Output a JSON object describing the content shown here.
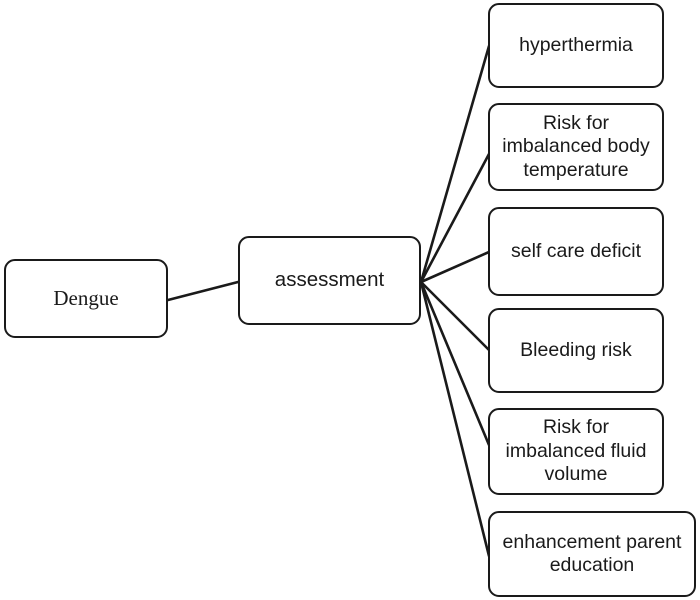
{
  "diagram": {
    "type": "tree",
    "orientation": "left-to-right",
    "edge_color": "#1a1a1a",
    "node_border_color": "#1a1a1a",
    "node_fill_color": "#ffffff",
    "background_color": "#ffffff",
    "root": {
      "label": "Dengue"
    },
    "stage": {
      "label": "assessment"
    },
    "leaves": [
      {
        "label": "hyperthermia"
      },
      {
        "label": "Risk for\nimbalanced body\ntemperature"
      },
      {
        "label": "self care deficit"
      },
      {
        "label": "Bleeding risk"
      },
      {
        "label": "Risk for\nimbalanced fluid\nvolume"
      },
      {
        "label": "enhancement parent\neducation"
      }
    ],
    "edges": [
      {
        "from": "Dengue",
        "to": "assessment"
      },
      {
        "from": "assessment",
        "to": "hyperthermia"
      },
      {
        "from": "assessment",
        "to": "Risk for imbalanced body temperature"
      },
      {
        "from": "assessment",
        "to": "self care deficit"
      },
      {
        "from": "assessment",
        "to": "Bleeding risk"
      },
      {
        "from": "assessment",
        "to": "Risk for imbalanced fluid volume"
      },
      {
        "from": "assessment",
        "to": "enhancement parent education"
      }
    ]
  }
}
